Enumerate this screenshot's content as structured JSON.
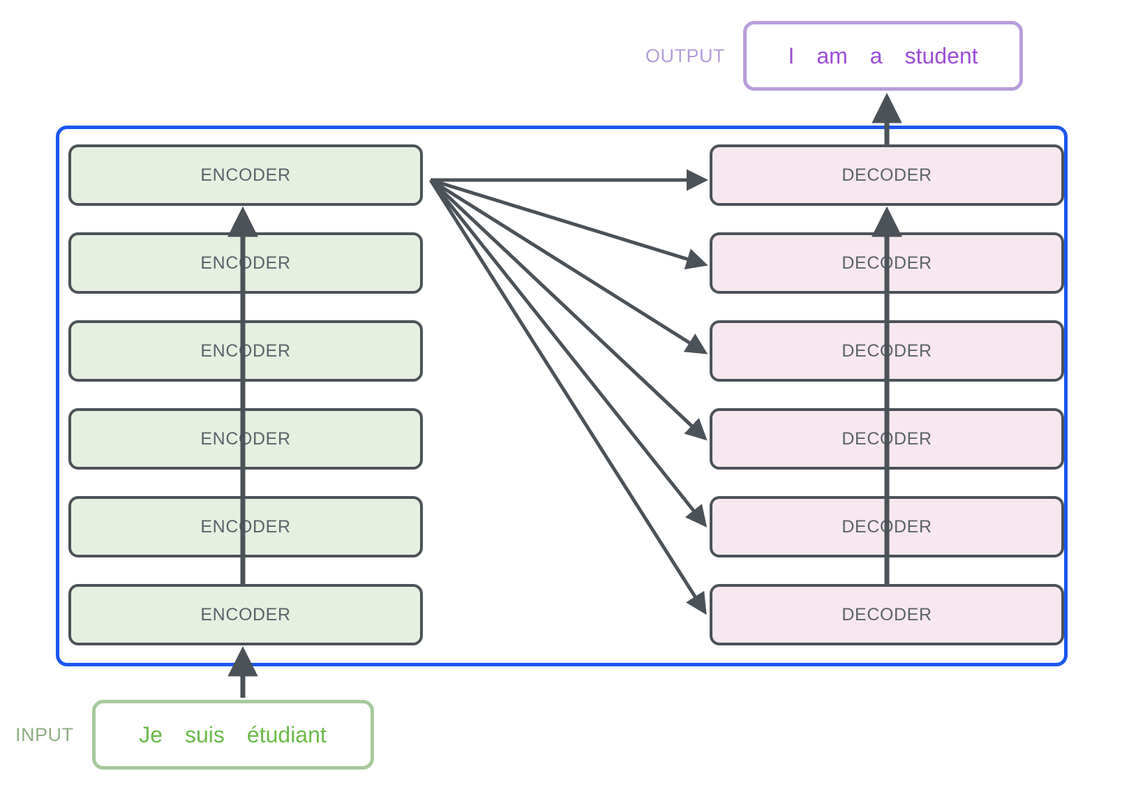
{
  "diagram": {
    "title": "Transformer encoder-decoder stack",
    "colors": {
      "frame_border": "#1a56f0",
      "encoder_fill": "#e7efe1",
      "decoder_fill": "#f7e8ef",
      "block_border": "#4b5258",
      "block_text": "#5a6268",
      "arrow": "#4b5258",
      "output_border": "#b79edb",
      "output_label": "#b39ddb",
      "output_text": "#9b4dd8",
      "input_border": "#a5c99a",
      "input_label": "#8fae83",
      "input_text": "#6aba4a"
    }
  },
  "encoder_stack": {
    "blocks": [
      {
        "label": "ENCODER"
      },
      {
        "label": "ENCODER"
      },
      {
        "label": "ENCODER"
      },
      {
        "label": "ENCODER"
      },
      {
        "label": "ENCODER"
      },
      {
        "label": "ENCODER"
      }
    ]
  },
  "decoder_stack": {
    "blocks": [
      {
        "label": "DECODER"
      },
      {
        "label": "DECODER"
      },
      {
        "label": "DECODER"
      },
      {
        "label": "DECODER"
      },
      {
        "label": "DECODER"
      },
      {
        "label": "DECODER"
      }
    ]
  },
  "output": {
    "label": "OUTPUT",
    "tokens": [
      "I",
      "am",
      "a",
      "student"
    ]
  },
  "input": {
    "label": "INPUT",
    "tokens": [
      "Je",
      "suis",
      "étudiant"
    ]
  }
}
